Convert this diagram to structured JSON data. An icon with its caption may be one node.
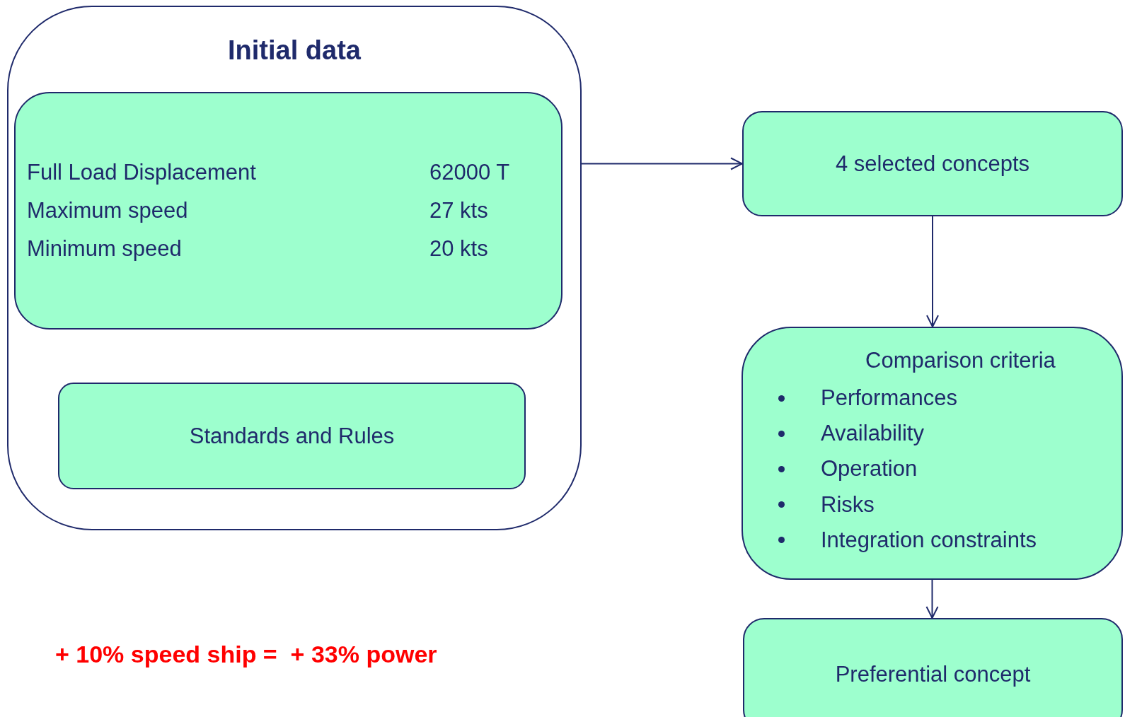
{
  "diagram": {
    "nodes": [
      {
        "text": [
          "Initial data"
        ]
      },
      {
        "text": [
          "Full Load Displacement",
          "62000 T",
          "Maximum speed",
          "27 kts",
          "Minimum speed",
          "20 kts"
        ],
        "in": 0
      },
      {
        "text": [
          "Standards and Rules"
        ],
        "in": 0
      },
      {
        "text": [
          "4 selected concepts"
        ]
      },
      {
        "text": [
          "Comparison criteria",
          "Performances",
          "Availability",
          "Operation",
          "Risks",
          "Integration constraints"
        ]
      },
      {
        "text": [
          "Preferential concept"
        ]
      }
    ],
    "edges": [
      {
        "from": 0,
        "to": 3,
        "arrow": "to"
      },
      {
        "from": 3,
        "to": 4,
        "arrow": "to"
      },
      {
        "from": 4,
        "to": 5,
        "arrow": "to"
      }
    ],
    "labels": [
      "+ 10% speed ship =  + 33% power"
    ]
  }
}
